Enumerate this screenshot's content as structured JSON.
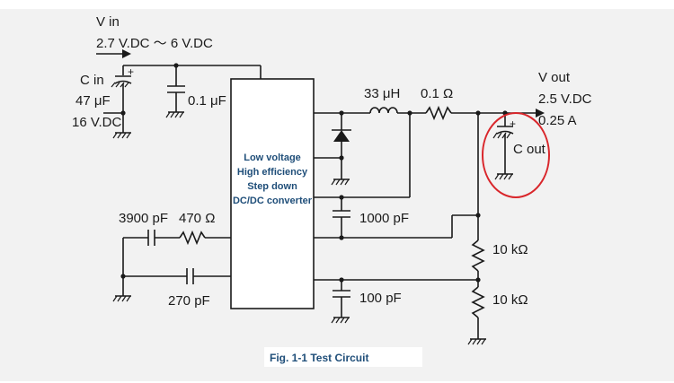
{
  "input": {
    "label": "V in",
    "range": "2.7 V.DC ～ 6 V.DC"
  },
  "c_in": {
    "name": "C in",
    "value": "47 μF",
    "voltage": "16 V.DC"
  },
  "c_bypass": {
    "value": "0.1 μF"
  },
  "ic": {
    "lines": [
      "Low voltage",
      "High efficiency",
      "Step down",
      "DC/DC converter"
    ]
  },
  "inductor": {
    "value": "33 μH"
  },
  "sense_resistor": {
    "value": "0.1 Ω"
  },
  "output": {
    "label": "V out",
    "voltage": "2.5 V.DC",
    "current": "0.25 A"
  },
  "c_out": {
    "name": "C out"
  },
  "c_1000": {
    "value": "1000 pF"
  },
  "comp_cap": {
    "value": "3900 pF"
  },
  "comp_res": {
    "value": "470 Ω"
  },
  "c_270": {
    "value": "270 pF"
  },
  "c_100": {
    "value": "100 pF"
  },
  "r_top": {
    "value": "10 kΩ"
  },
  "r_bottom": {
    "value": "10 kΩ"
  },
  "caption": "Fig. 1-1 Test Circuit",
  "colors": {
    "ic_text": "#1f4e79",
    "highlight": "#d9262b",
    "panel": "#f2f2f2"
  }
}
